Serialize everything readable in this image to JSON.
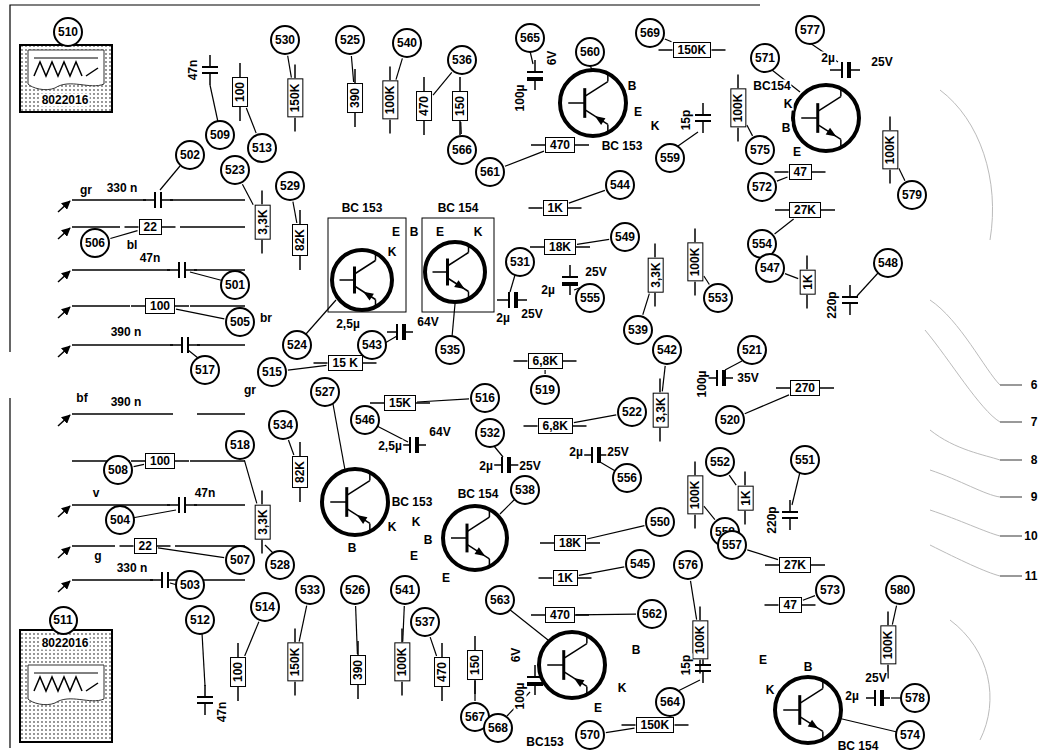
{
  "diagram": {
    "nodes": [
      {
        "text": [
          "510"
        ]
      },
      {
        "text": [
          "530"
        ]
      },
      {
        "text": [
          "525"
        ]
      },
      {
        "text": [
          "540"
        ]
      },
      {
        "text": [
          "565"
        ]
      },
      {
        "text": [
          "560"
        ]
      },
      {
        "text": [
          "569"
        ]
      },
      {
        "text": [
          "150K"
        ]
      },
      {
        "text": [
          "577"
        ]
      },
      {
        "text": [
          "571"
        ]
      },
      {
        "text": [
          "150K"
        ]
      },
      {
        "text": [
          "390"
        ]
      },
      {
        "text": [
          "100K"
        ]
      },
      {
        "text": [
          "470"
        ]
      },
      {
        "text": [
          "150"
        ]
      },
      {
        "text": [
          "536"
        ]
      },
      {
        "text": [
          "100"
        ]
      },
      {
        "text": [
          "509"
        ]
      },
      {
        "text": [
          "513"
        ]
      },
      {
        "text": [
          "566"
        ]
      },
      {
        "text": [
          "100K"
        ]
      },
      {
        "text": [
          "575"
        ]
      },
      {
        "text": [
          "100K"
        ]
      },
      {
        "text": [
          "579"
        ]
      },
      {
        "text": [
          "559"
        ]
      },
      {
        "text": [
          "561"
        ]
      },
      {
        "text": [
          "470"
        ]
      },
      {
        "text": [
          "47"
        ]
      },
      {
        "text": [
          "572"
        ]
      },
      {
        "text": [
          "502"
        ]
      },
      {
        "text": [
          "523"
        ]
      },
      {
        "text": [
          "529"
        ]
      },
      {
        "text": [
          "3,3K"
        ]
      },
      {
        "text": [
          "82K"
        ]
      },
      {
        "text": [
          "1K"
        ]
      },
      {
        "text": [
          "544"
        ]
      },
      {
        "text": [
          "27K"
        ]
      },
      {
        "text": [
          "22"
        ]
      },
      {
        "text": [
          "506"
        ]
      },
      {
        "text": [
          "18K"
        ]
      },
      {
        "text": [
          "549"
        ]
      },
      {
        "text": [
          "554"
        ]
      },
      {
        "text": [
          "548"
        ]
      },
      {
        "text": [
          "547"
        ]
      },
      {
        "text": [
          "1K"
        ]
      },
      {
        "text": [
          "100K"
        ]
      },
      {
        "text": [
          "3,3K"
        ]
      },
      {
        "text": [
          "501"
        ]
      },
      {
        "text": [
          "531"
        ]
      },
      {
        "text": [
          "555"
        ]
      },
      {
        "text": [
          "553"
        ]
      },
      {
        "text": [
          "100"
        ]
      },
      {
        "text": [
          "505"
        ]
      },
      {
        "text": [
          "539"
        ]
      },
      {
        "text": [
          "524"
        ]
      },
      {
        "text": [
          "543"
        ]
      },
      {
        "text": [
          "535"
        ]
      },
      {
        "text": [
          "542"
        ]
      },
      {
        "text": [
          "521"
        ]
      },
      {
        "text": [
          "15 K"
        ]
      },
      {
        "text": [
          "6,8K"
        ]
      },
      {
        "text": [
          "517"
        ]
      },
      {
        "text": [
          "515"
        ]
      },
      {
        "text": [
          "519"
        ]
      },
      {
        "text": [
          "270"
        ]
      },
      {
        "text": [
          "520"
        ]
      },
      {
        "text": [
          "15K"
        ]
      },
      {
        "text": [
          "516"
        ]
      },
      {
        "text": [
          "3,3K"
        ]
      },
      {
        "text": [
          "6,8K"
        ]
      },
      {
        "text": [
          "522"
        ]
      },
      {
        "text": [
          "546"
        ]
      },
      {
        "text": [
          "527"
        ]
      },
      {
        "text": [
          "534"
        ]
      },
      {
        "text": [
          "532"
        ]
      },
      {
        "text": [
          "518"
        ]
      },
      {
        "text": [
          "100"
        ]
      },
      {
        "text": [
          "508"
        ]
      },
      {
        "text": [
          "552"
        ]
      },
      {
        "text": [
          "551"
        ]
      },
      {
        "text": [
          "556"
        ]
      },
      {
        "text": [
          "82K"
        ]
      },
      {
        "text": [
          "538"
        ]
      },
      {
        "text": [
          "1K"
        ]
      },
      {
        "text": [
          "100K"
        ]
      },
      {
        "text": [
          "3,3K"
        ]
      },
      {
        "text": [
          "504"
        ]
      },
      {
        "text": [
          "558"
        ]
      },
      {
        "text": [
          "550"
        ]
      },
      {
        "text": [
          "18K"
        ]
      },
      {
        "text": [
          "22"
        ]
      },
      {
        "text": [
          "557"
        ]
      },
      {
        "text": [
          "27K"
        ]
      },
      {
        "text": [
          "507"
        ]
      },
      {
        "text": [
          "528"
        ]
      },
      {
        "text": [
          "1K"
        ]
      },
      {
        "text": [
          "545"
        ]
      },
      {
        "text": [
          "576"
        ]
      },
      {
        "text": [
          "503"
        ]
      },
      {
        "text": [
          "533"
        ]
      },
      {
        "text": [
          "526"
        ]
      },
      {
        "text": [
          "541"
        ]
      },
      {
        "text": [
          "573"
        ]
      },
      {
        "text": [
          "580"
        ]
      },
      {
        "text": [
          "47"
        ]
      },
      {
        "text": [
          "563"
        ]
      },
      {
        "text": [
          "562"
        ]
      },
      {
        "text": [
          "470"
        ]
      },
      {
        "text": [
          "511"
        ]
      },
      {
        "text": [
          "512"
        ]
      },
      {
        "text": [
          "514"
        ]
      },
      {
        "text": [
          "537"
        ]
      },
      {
        "text": [
          "100"
        ]
      },
      {
        "text": [
          "150K"
        ]
      },
      {
        "text": [
          "390"
        ]
      },
      {
        "text": [
          "100K"
        ]
      },
      {
        "text": [
          "470"
        ]
      },
      {
        "text": [
          "150"
        ]
      },
      {
        "text": [
          "567"
        ]
      },
      {
        "text": [
          "568"
        ]
      },
      {
        "text": [
          "100K"
        ]
      },
      {
        "text": [
          "100K"
        ]
      },
      {
        "text": [
          "564"
        ]
      },
      {
        "text": [
          "150K"
        ]
      },
      {
        "text": [
          "570"
        ]
      },
      {
        "text": [
          "578"
        ]
      },
      {
        "text": [
          "574"
        ]
      }
    ],
    "edges": [
      {
        "from": 6,
        "to": 7,
        "arrow": "none"
      },
      {
        "from": 1,
        "to": 10,
        "arrow": "none"
      },
      {
        "from": 2,
        "to": 11,
        "arrow": "none"
      },
      {
        "from": 3,
        "to": 12,
        "arrow": "none"
      },
      {
        "from": 15,
        "to": 13,
        "arrow": "none"
      },
      {
        "from": 18,
        "to": 16,
        "arrow": "none"
      },
      {
        "from": 19,
        "to": 14,
        "arrow": "none"
      },
      {
        "from": 21,
        "to": 20,
        "arrow": "none"
      },
      {
        "from": 23,
        "to": 22,
        "arrow": "none"
      },
      {
        "from": 25,
        "to": 26,
        "arrow": "none"
      },
      {
        "from": 28,
        "to": 27,
        "arrow": "none"
      },
      {
        "from": 30,
        "to": 32,
        "arrow": "none"
      },
      {
        "from": 31,
        "to": 33,
        "arrow": "none"
      },
      {
        "from": 35,
        "to": 34,
        "arrow": "none"
      },
      {
        "from": 38,
        "to": 37,
        "arrow": "none"
      },
      {
        "from": 40,
        "to": 39,
        "arrow": "none"
      },
      {
        "from": 41,
        "to": 36,
        "arrow": "none"
      },
      {
        "from": 43,
        "to": 44,
        "arrow": "none"
      },
      {
        "from": 50,
        "to": 45,
        "arrow": "none"
      },
      {
        "from": 52,
        "to": 51,
        "arrow": "none"
      },
      {
        "from": 53,
        "to": 46,
        "arrow": "none"
      },
      {
        "from": 62,
        "to": 59,
        "arrow": "none"
      },
      {
        "from": 63,
        "to": 60,
        "arrow": "none"
      },
      {
        "from": 65,
        "to": 64,
        "arrow": "none"
      },
      {
        "from": 67,
        "to": 66,
        "arrow": "none"
      },
      {
        "from": 57,
        "to": 68,
        "arrow": "none"
      },
      {
        "from": 70,
        "to": 69,
        "arrow": "none"
      },
      {
        "from": 73,
        "to": 81,
        "arrow": "none"
      },
      {
        "from": 77,
        "to": 76,
        "arrow": "none"
      },
      {
        "from": 78,
        "to": 83,
        "arrow": "none"
      },
      {
        "from": 75,
        "to": 85,
        "arrow": "none"
      },
      {
        "from": 87,
        "to": 84,
        "arrow": "none"
      },
      {
        "from": 88,
        "to": 89,
        "arrow": "none"
      },
      {
        "from": 91,
        "to": 92,
        "arrow": "none"
      },
      {
        "from": 93,
        "to": 90,
        "arrow": "none"
      },
      {
        "from": 96,
        "to": 95,
        "arrow": "none"
      },
      {
        "from": 102,
        "to": 104,
        "arrow": "none"
      },
      {
        "from": 106,
        "to": 107,
        "arrow": "none"
      },
      {
        "from": 110,
        "to": 112,
        "arrow": "none"
      },
      {
        "from": 99,
        "to": 113,
        "arrow": "none"
      },
      {
        "from": 100,
        "to": 114,
        "arrow": "none"
      },
      {
        "from": 101,
        "to": 115,
        "arrow": "none"
      },
      {
        "from": 111,
        "to": 116,
        "arrow": "none"
      },
      {
        "from": 118,
        "to": 117,
        "arrow": "none"
      },
      {
        "from": 97,
        "to": 120,
        "arrow": "none"
      },
      {
        "from": 103,
        "to": 121,
        "arrow": "none"
      },
      {
        "from": 124,
        "to": 123,
        "arrow": "none"
      }
    ],
    "labels": [
      "8022016",
      "47n",
      "gr",
      "330 n",
      "bl",
      "47n",
      "br",
      "390 n",
      "BC 153",
      "E",
      "B",
      "K",
      "BC 154",
      "E",
      "K",
      "2,5µ",
      "64V",
      "2µ",
      "25V",
      "25V",
      "2µ",
      "BC 153",
      "B",
      "E",
      "K",
      "6V",
      "100µ",
      "15p",
      "BC154",
      "K",
      "B",
      "E",
      "2µ",
      "25V",
      "220p",
      "100µ",
      "35V",
      "220p",
      "bf",
      "390 n",
      "gr",
      "2,5µ",
      "64V",
      "BC 153",
      "K",
      "B",
      "E",
      "2µ",
      "25V",
      "2µ",
      "25V",
      "BC 154",
      "K",
      "B",
      "E",
      "v",
      "47n",
      "g",
      "330 n",
      "8022016",
      "47n",
      "6V",
      "100µ",
      "BC153",
      "B",
      "E",
      "K",
      "15p",
      "E",
      "K",
      "B",
      "BC 154",
      "2µ",
      "25V",
      "6",
      "7",
      "8",
      "9",
      "10",
      "11"
    ]
  }
}
